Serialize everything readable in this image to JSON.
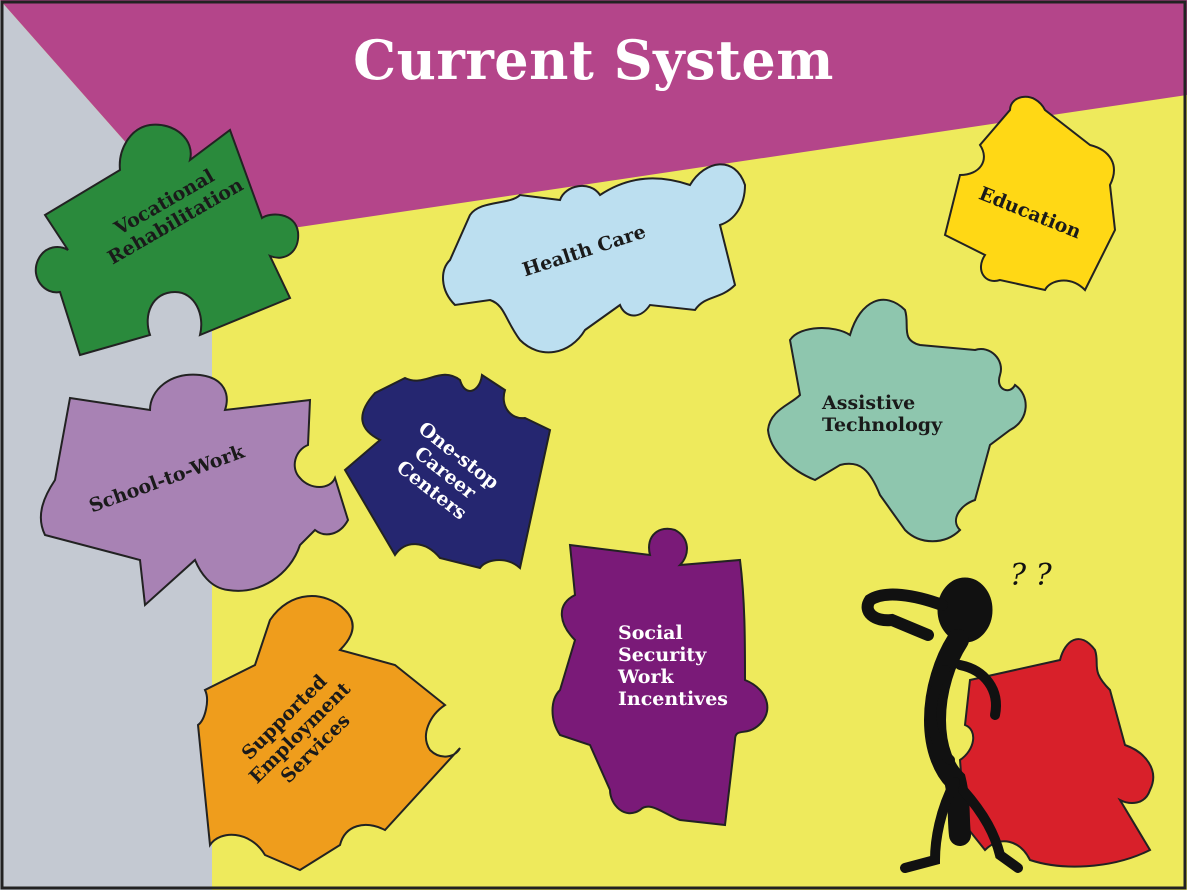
{
  "slide": {
    "title": "Current System",
    "colors": {
      "banner": "#b4458a",
      "wall_right": "#eeea5c",
      "wall_left": "#c4c9d2"
    }
  },
  "pieces": {
    "vocational_rehabilitation": {
      "label": "Vocational\nRehabilitation",
      "color": "#2a8a3c"
    },
    "health_care": {
      "label": "Health Care",
      "color": "#bcdff0"
    },
    "education": {
      "label": "Education",
      "color": "#ffd815"
    },
    "school_to_work": {
      "label": "School-to-Work",
      "color": "#a882b4"
    },
    "one_stop": {
      "label": "One-stop\nCareer\nCenters",
      "color": "#252670"
    },
    "assistive_technology": {
      "label": "Assistive\nTechnology",
      "color": "#8ec6ae"
    },
    "supported_employment": {
      "label": "Supported\nEmployment\nServices",
      "color": "#ef9d1c"
    },
    "social_security": {
      "label": "Social\nSecurity\nWork\nIncentives",
      "color": "#7a1a78"
    },
    "red_piece": {
      "color": "#d8202a"
    }
  },
  "figure": {
    "question_marks": "? ?"
  }
}
